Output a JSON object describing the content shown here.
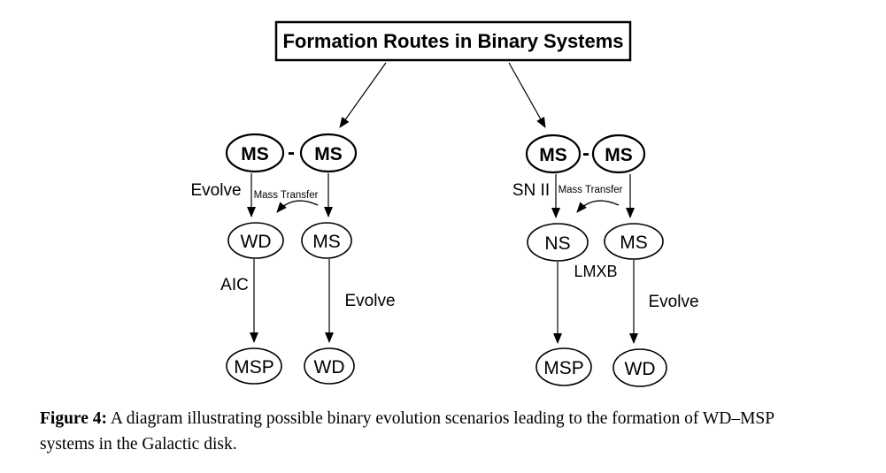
{
  "figure": {
    "title": "Formation Routes in Binary Systems",
    "pair_separator": "-",
    "nodes": {
      "left": {
        "top1": "MS",
        "top2": "MS",
        "mid1": "WD",
        "mid2": "MS",
        "bot1": "MSP",
        "bot2": "WD"
      },
      "right": {
        "top1": "MS",
        "top2": "MS",
        "mid1": "NS",
        "mid2": "MS",
        "bot1": "MSP",
        "bot2": "WD"
      }
    },
    "edge_labels": {
      "left_evolve_top": "Evolve",
      "left_mass_transfer": "Mass Transfer",
      "left_aic": "AIC",
      "left_evolve_bottom": "Evolve",
      "right_sn2": "SN II",
      "right_mass_transfer": "Mass Transfer",
      "right_lmxb": "LMXB",
      "right_evolve": "Evolve"
    }
  },
  "caption": {
    "label": "Figure 4:",
    "line1": "A diagram illustrating possible binary evolution scenarios leading to the formation of WD–MSP",
    "line2": "systems in the Galactic disk."
  },
  "colors": {
    "ink": "#000000",
    "background": "#ffffff"
  }
}
